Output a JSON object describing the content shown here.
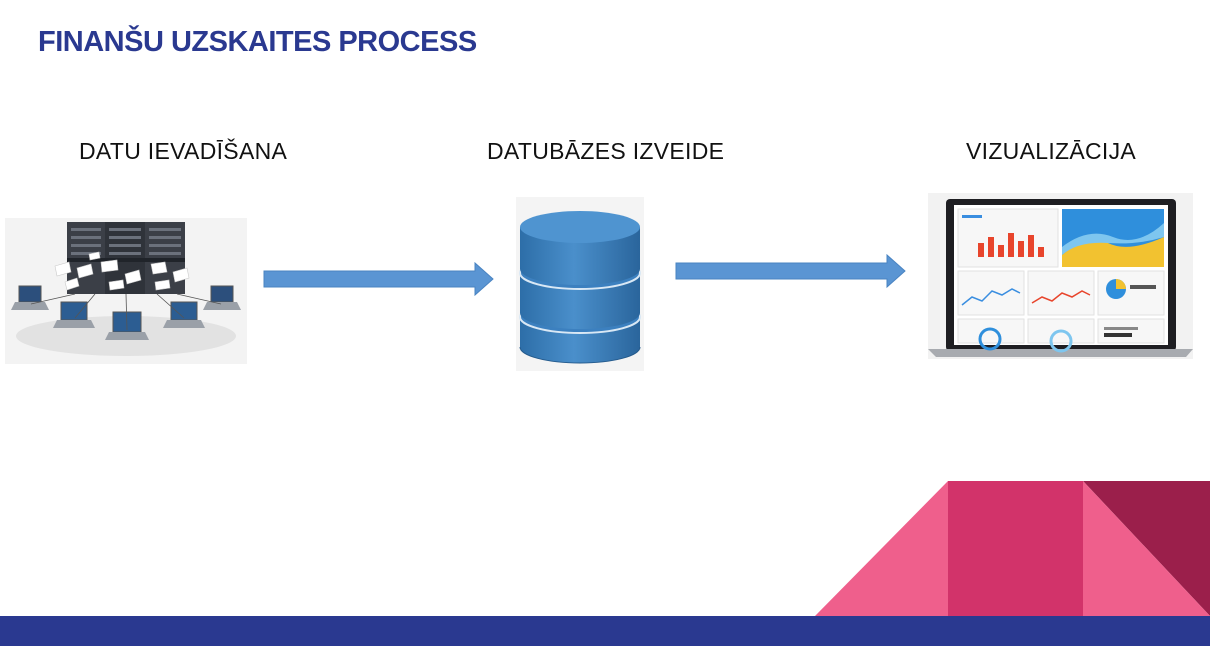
{
  "title": "FINANŠU UZSKAITES PROCESS",
  "steps": [
    {
      "label": "DATU IEVADĪŠANA",
      "icon": "network-servers-icon"
    },
    {
      "label": "DATUBĀZES IZVEIDE",
      "icon": "database-icon"
    },
    {
      "label": "VIZUALIZĀCIJA",
      "icon": "dashboard-laptop-icon"
    }
  ],
  "colors": {
    "title": "#2a3990",
    "arrow": "#5a95d3",
    "bar": "#2a3990",
    "deco_pink": "#ef5f8c",
    "deco_crimson": "#d2336a",
    "deco_dark": "#9b1f4b"
  }
}
